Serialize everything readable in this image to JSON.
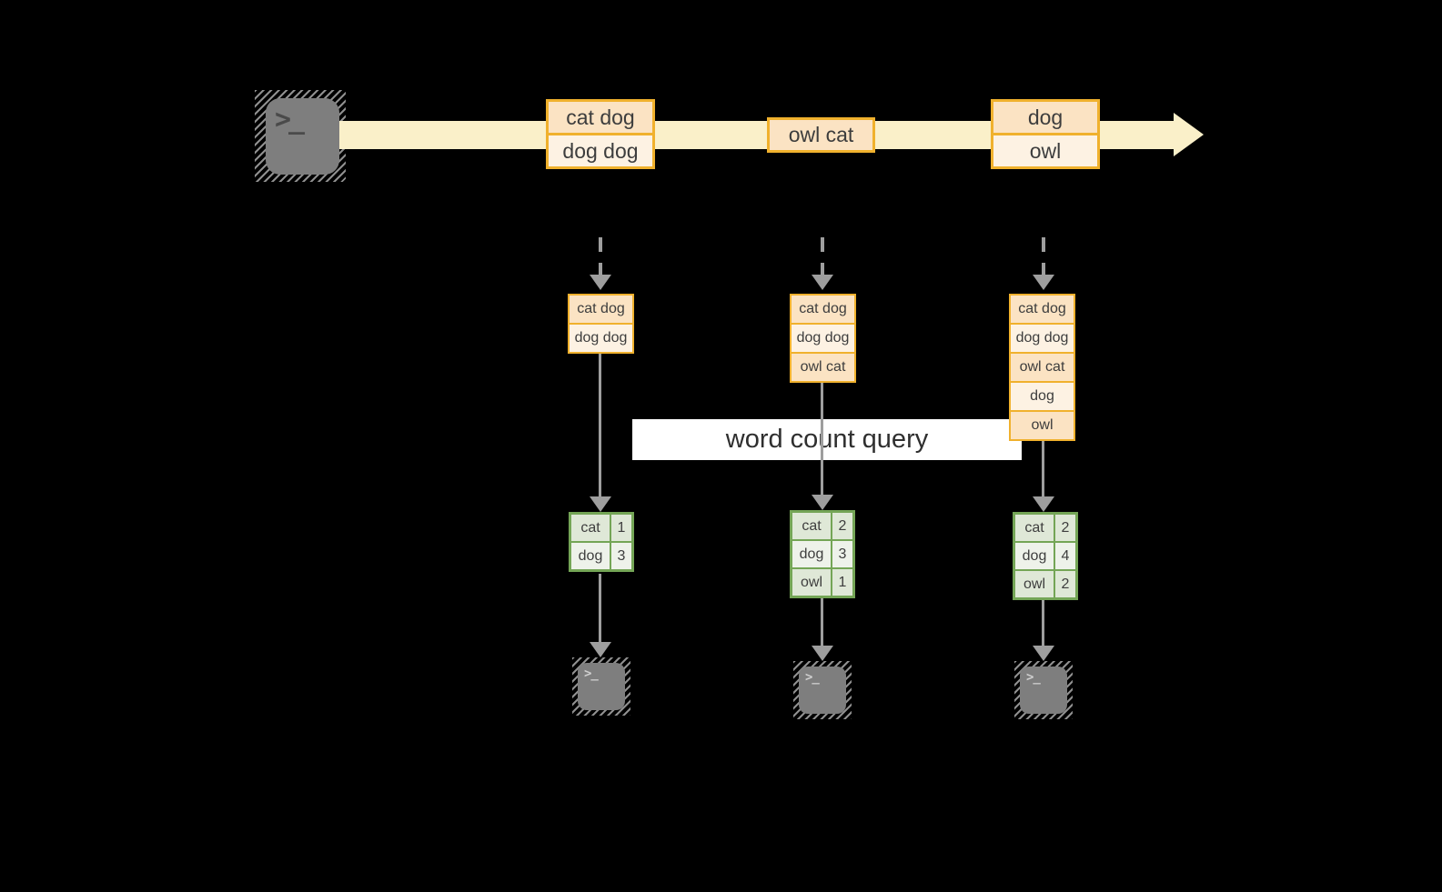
{
  "query_label": "word count query",
  "terminal_glyph": ">_",
  "colors": {
    "background": "#000000",
    "stream_arrow": "#faf0c9",
    "batch_border": "#f0b12d",
    "batch_fill_dark": "#fbe3c3",
    "batch_fill_light": "#fdf2e3",
    "table_border": "#74a556",
    "table_fill_dark": "#dfe8d7",
    "table_fill_light": "#eef2ea",
    "arrow_gray": "#9e9e9e",
    "terminal_gray": "#7e7e7e",
    "query_band": "#ffffff"
  },
  "stream": {
    "batches": [
      {
        "lines": [
          "cat dog",
          "dog dog"
        ]
      },
      {
        "lines": [
          "owl cat"
        ]
      },
      {
        "lines": [
          "dog",
          "owl"
        ]
      }
    ]
  },
  "columns": [
    {
      "accumulated": [
        "cat dog",
        "dog dog"
      ],
      "counts": [
        {
          "word": "cat",
          "count": "1"
        },
        {
          "word": "dog",
          "count": "3"
        }
      ]
    },
    {
      "accumulated": [
        "cat dog",
        "dog dog",
        "owl cat"
      ],
      "counts": [
        {
          "word": "cat",
          "count": "2"
        },
        {
          "word": "dog",
          "count": "3"
        },
        {
          "word": "owl",
          "count": "1"
        }
      ]
    },
    {
      "accumulated": [
        "cat dog",
        "dog dog",
        "owl cat",
        "dog",
        "owl"
      ],
      "counts": [
        {
          "word": "cat",
          "count": "2"
        },
        {
          "word": "dog",
          "count": "4"
        },
        {
          "word": "owl",
          "count": "2"
        }
      ]
    }
  ]
}
